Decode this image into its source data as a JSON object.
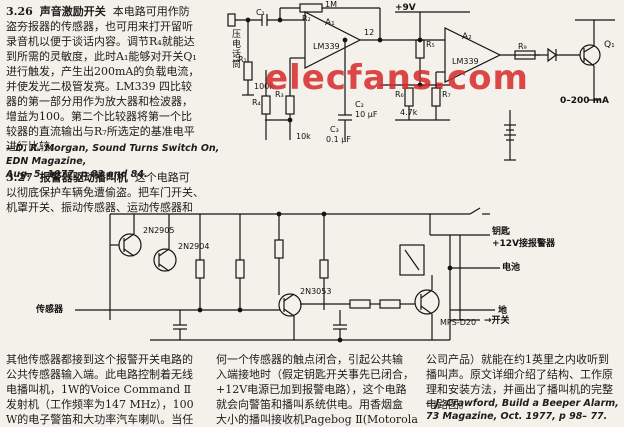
{
  "section1": {
    "number": "3.26",
    "title": "声音激励开关",
    "lines": [
      "本电路可用作防",
      "盗夯报器的传感器，也可用来打开留听",
      "录音机以便于谈话内容。调节R₄就能达",
      "到所需的灵敏度，此时A₁能够对开关Q₁",
      "进行触发，产生出200mA的负载电流，",
      "并使发光二极管发亮。LM339 四比较",
      "器的第一部分用作为放大器和检波器，",
      "增益为100。第二个比较器将第一个比",
      "较器的直流输出与R₇所选定的基准电平",
      "进行比较。"
    ],
    "citation": [
      "—D. R. Morgan, Sound Turns Switch On, EDN Magazine,",
      "Aug. 5, 1977, p 82 and 84."
    ]
  },
  "section2": {
    "number": "3.27",
    "title": "报警器驱动播叫机",
    "lines": [
      "这个电路可",
      "以彻底保护车辆免遭偷盗。把车门开关、",
      "机罩开关、振动传感器、运动传感器和"
    ]
  },
  "bottom": {
    "col1": [
      "其他传感器都接到这个报警开关电路的",
      "公共传感器输入端。此电路控制着无线",
      "电播叫机，1W的Voice Command Ⅱ",
      "发射机（工作频率为147 MHz），100",
      "W的电子警笛和大功率汽车喇叭。当任"
    ],
    "col2": [
      "何一个传感器的触点闭合，引起公共输",
      "入端接地时（假定钥匙开关事先已闭合，",
      "+12V电源已加到报警电路），这个电路",
      "就会向警笛和播叫系统供电。用香烟盒",
      "大小的播叫接收机Pagebog Ⅱ(Motorola"
    ],
    "col3": [
      "公司产品）就能在约1英里之内收听到",
      "播叫声。原文详细介绍了结构、工作原",
      "理和安装方法，并画出了播叫机的完整",
      "电路图。"
    ],
    "citation": [
      "—J. Crawford, Build a Beeper Alarm, 73 Magazine, Oct. 1977, p 98–",
      "77."
    ]
  },
  "circuit1": {
    "input_label": "压电话筒",
    "supply": "+9V",
    "ic_labels": [
      "LM339",
      "LM339"
    ],
    "amp_labels": [
      "A₁",
      "A₂"
    ],
    "output_label": "0–200 mA",
    "part_labels": [
      "C₁",
      "R₁",
      "R₂",
      "R₃",
      "R₄",
      "R₅",
      "R₆",
      "R₇",
      "C₂",
      "C₃",
      "R₉",
      "Q₁",
      "100k",
      "1M",
      "10k",
      "4.7k",
      "10 μF",
      "0.1 μF",
      "12"
    ]
  },
  "circuit2": {
    "labels": {
      "sensor": "传感器",
      "key": "钥匙",
      "plus12": "+12V接报警器",
      "battery": "电池",
      "ground": "地",
      "to_switch": "→开关",
      "q1": "2N2905",
      "q2": "2N2904",
      "q3": "2N3053",
      "q4": "MPS-D20"
    }
  },
  "watermark": "elecfans.com"
}
